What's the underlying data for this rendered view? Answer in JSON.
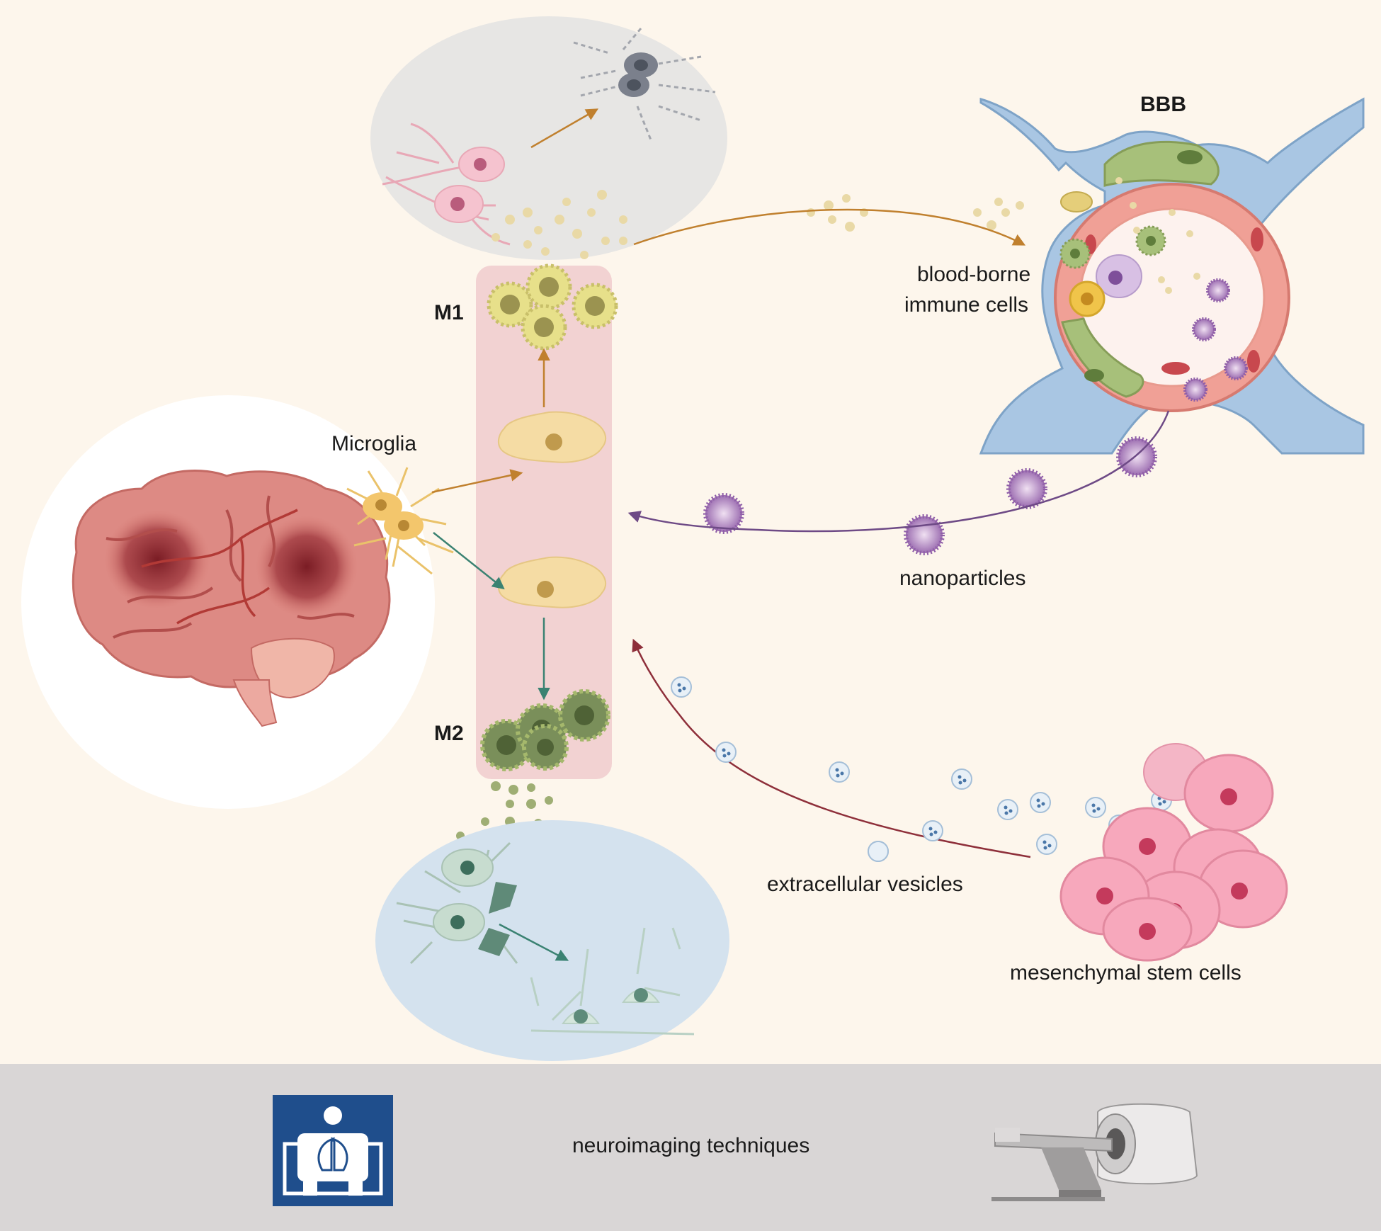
{
  "labels": {
    "bbb": "BBB",
    "blood_borne_line1": "blood-borne",
    "blood_borne_line2": "immune cells",
    "m1": "M1",
    "m2": "M2",
    "microglia": "Microglia",
    "nanoparticles": "nanoparticles",
    "extracellular_vesicles": "extracellular vesicles",
    "mesenchymal_stem_cells": "mesenchymal stem cells",
    "neuroimaging": "neuroimaging techniques"
  },
  "colors": {
    "background": "#fdf6ec",
    "bottom_band": "#d9d6d6",
    "column": "#f2d2d2",
    "m1_arrow": "#c0802e",
    "m2_arrow": "#3a8272",
    "nano_arrow": "#6e4a86",
    "ev_arrow": "#8e2f3a",
    "xray_icon": "#1f4e8c"
  },
  "icons": {
    "brain": "brain-icon",
    "xray": "xray-icon",
    "scanner": "mri-scanner-icon"
  }
}
